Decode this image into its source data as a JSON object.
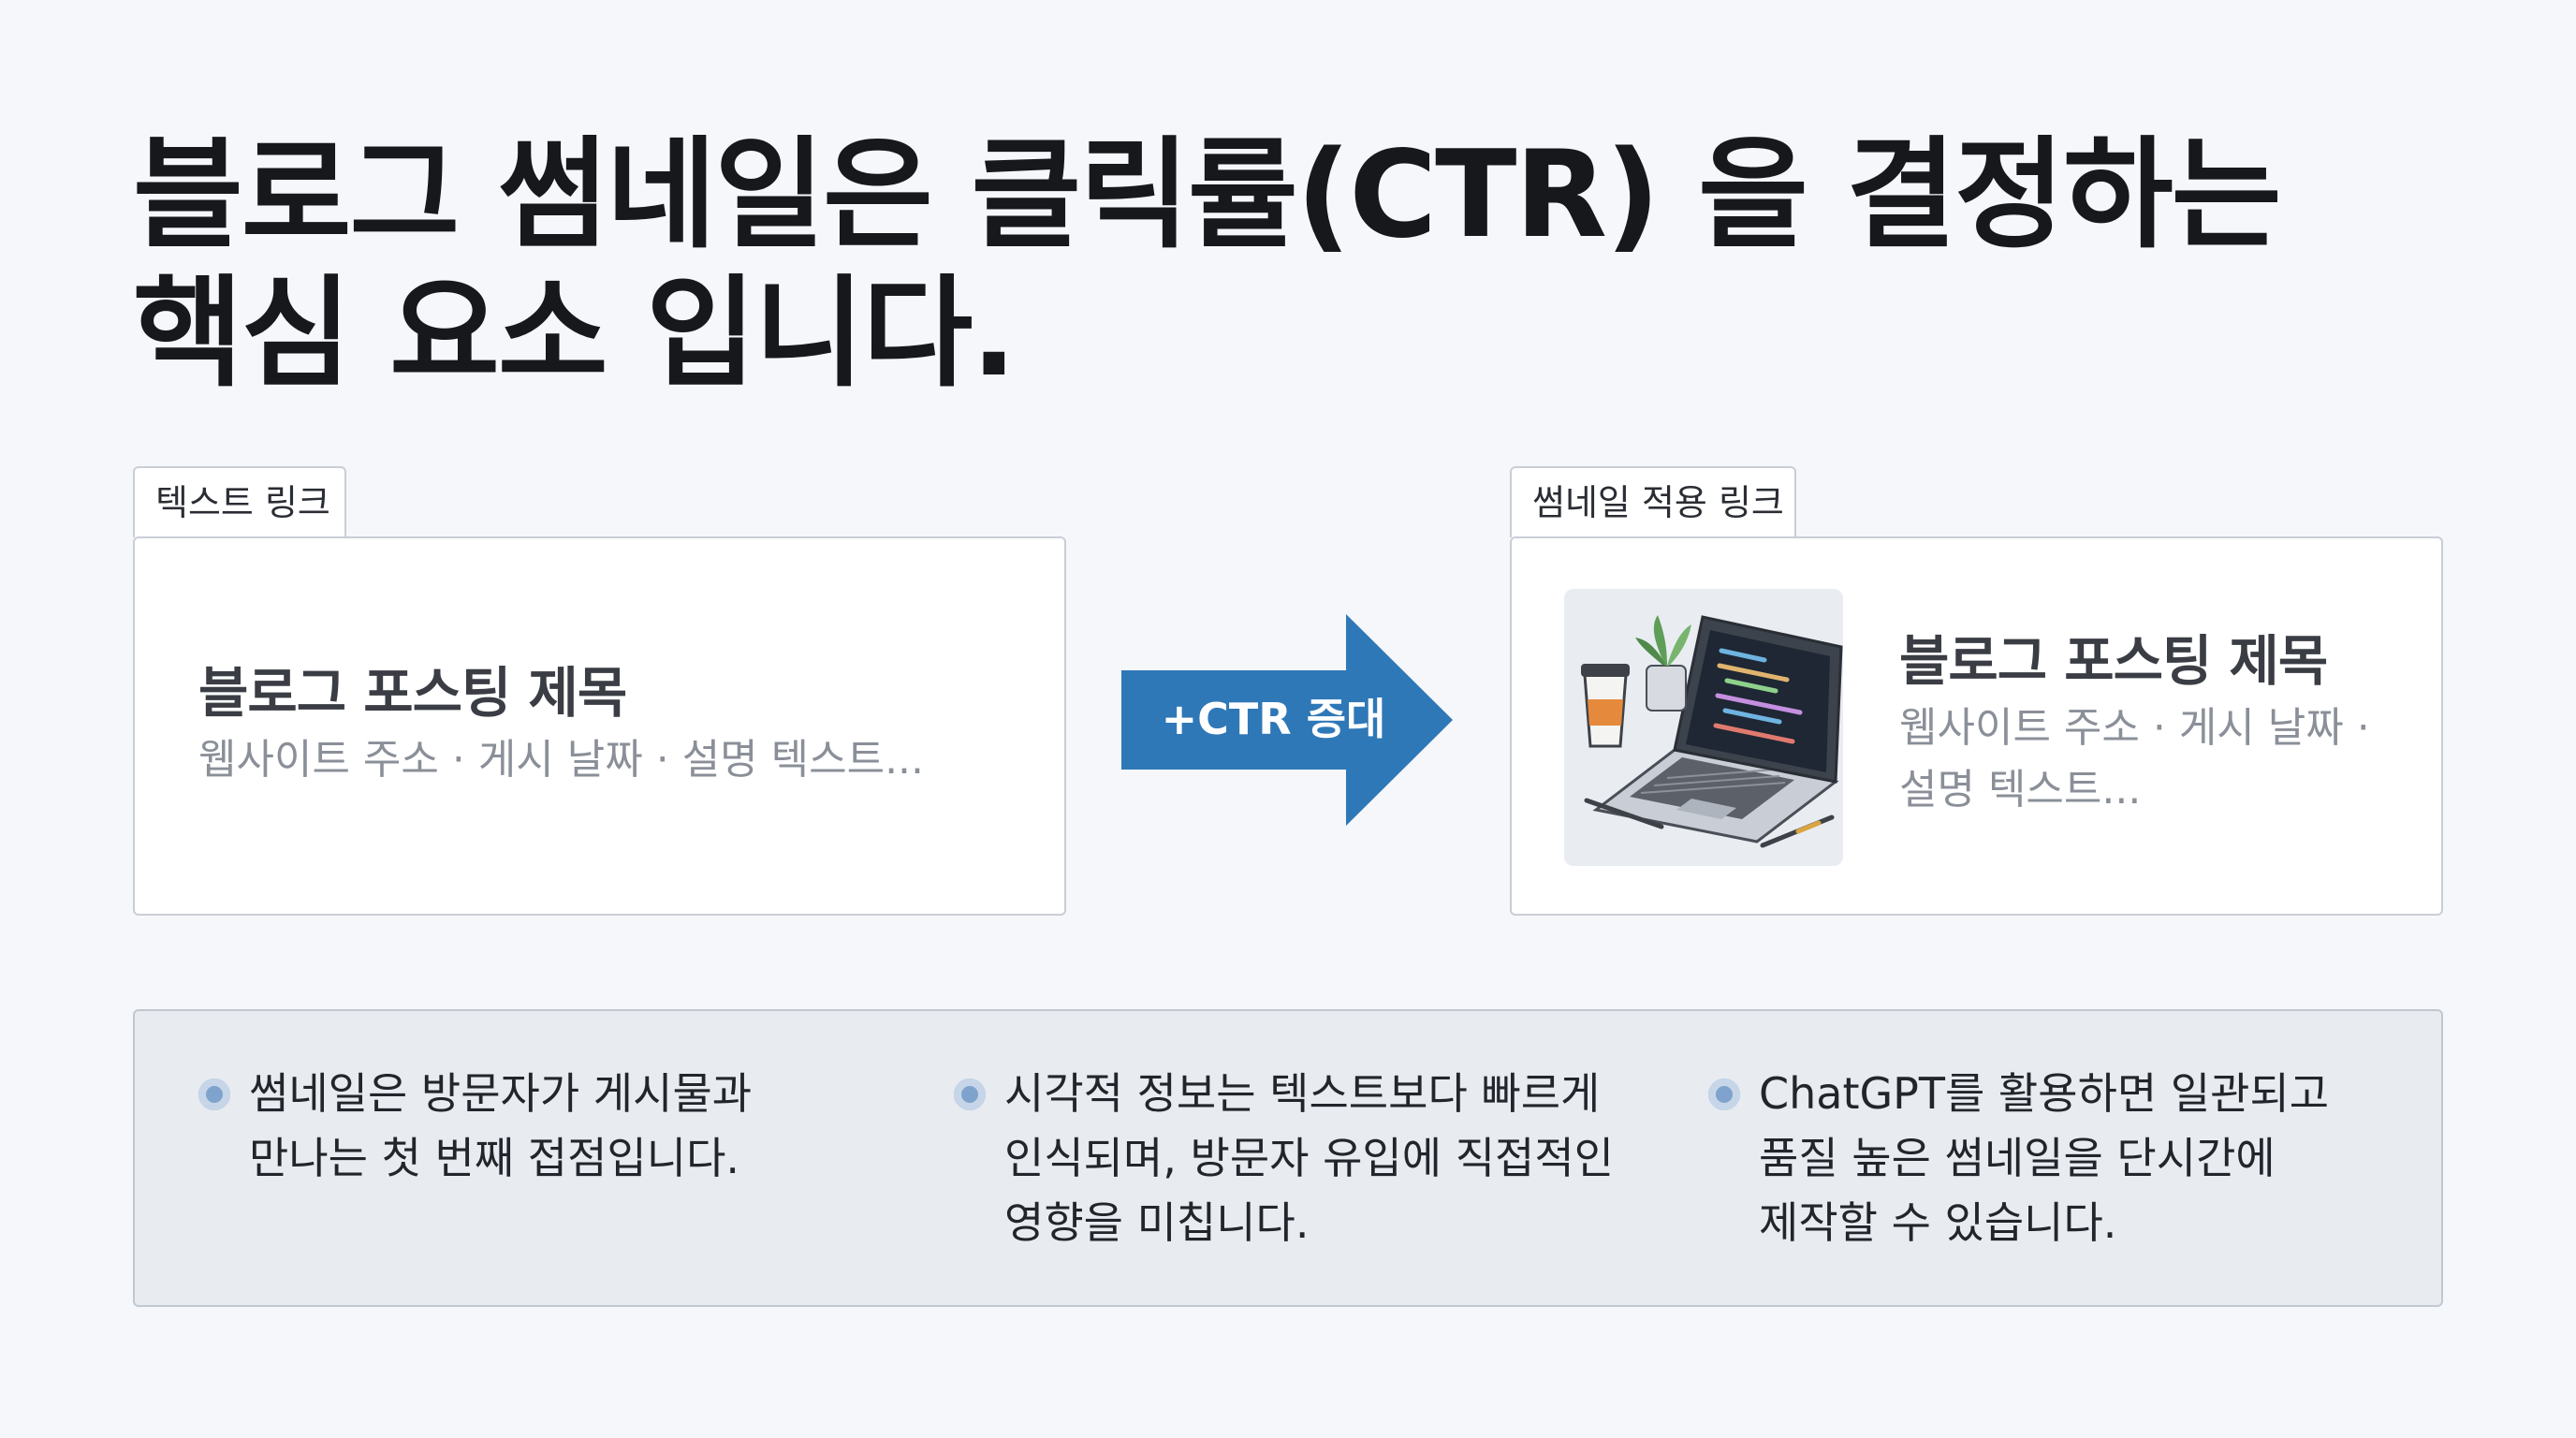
{
  "headline": {
    "line1": "블로그 썸네일은 클릭률(CTR) 을 결정하는",
    "line2": "핵심 요소 입니다."
  },
  "text_link_card": {
    "tab_label": "텍스트 링크",
    "post_title": "블로그 포스팅 제목",
    "meta": "웹사이트 주소 · 게시 날짜 · 설명 텍스트..."
  },
  "arrow": {
    "label": "+CTR 증대",
    "color": "#2f78b7"
  },
  "thumbnail_link_card": {
    "tab_label": "썸네일 적용 링크",
    "thumbnail_icon": "laptop-coffee-plant-illustration",
    "post_title": "블로그 포스팅 제목",
    "meta_line1": "웹사이트 주소 · 게시 날짜 ·",
    "meta_line2": "설명 텍스트..."
  },
  "key_points": [
    {
      "line1": "썸네일은 방문자가 게시물과",
      "line2": "만나는 첫 번째 접점입니다.",
      "line3": ""
    },
    {
      "line1": "시각적 정보는 텍스트보다 빠르게",
      "line2": "인식되며, 방문자 유입에 직접적인",
      "line3": "영향을 미칩니다."
    },
    {
      "line1": "ChatGPT를 활용하면 일관되고",
      "line2": "품질 높은 썸네일을 단시간에",
      "line3": "제작할 수 있습니다."
    }
  ],
  "colors": {
    "background": "#f5f7fa",
    "accent_blue": "#2f78b7",
    "bullet": "#7fa3cc"
  }
}
